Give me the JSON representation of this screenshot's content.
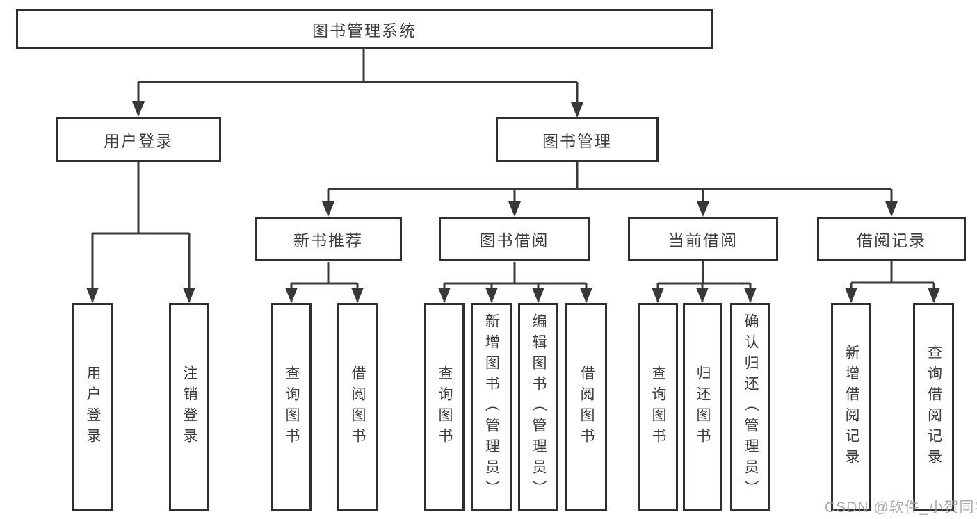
{
  "diagram_title": "图书管理系统",
  "tree": {
    "label": "图书管理系统",
    "children": [
      {
        "label": "用户登录",
        "children": [
          {
            "label": "用户登录"
          },
          {
            "label": "注销登录"
          }
        ]
      },
      {
        "label": "图书管理",
        "children": [
          {
            "label": "新书推荐",
            "children": [
              {
                "label": "查询图书"
              },
              {
                "label": "借阅图书"
              }
            ]
          },
          {
            "label": "图书借阅",
            "children": [
              {
                "label": "查询图书"
              },
              {
                "label": "新增图书（管理员）"
              },
              {
                "label": "编辑图书（管理员）"
              },
              {
                "label": "借阅图书"
              }
            ]
          },
          {
            "label": "当前借阅",
            "children": [
              {
                "label": "查询图书"
              },
              {
                "label": "归还图书"
              },
              {
                "label": "确认归还（管理员）"
              }
            ]
          },
          {
            "label": "借阅记录",
            "children": [
              {
                "label": "新增借阅记录"
              },
              {
                "label": "查询借阅记录"
              }
            ]
          }
        ]
      }
    ]
  },
  "watermark": {
    "text": "CSDN @软件_小贺同学"
  },
  "colors": {
    "line": "#383838",
    "border": "#2f2f2f",
    "text": "#3d3d3d",
    "watermark": "#9f9f9f",
    "background": "#ffffff"
  }
}
